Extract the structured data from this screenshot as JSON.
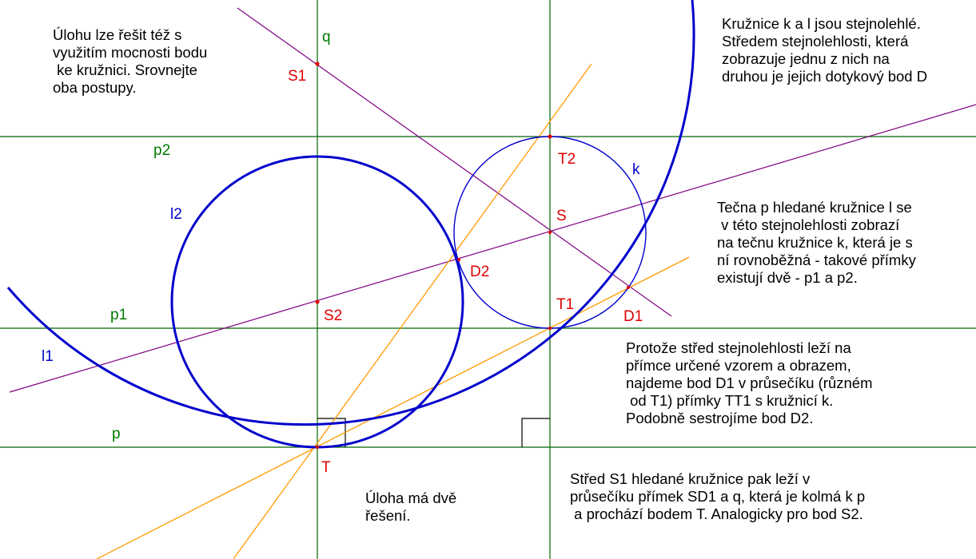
{
  "colors": {
    "line_green": "#006400",
    "line_purple": "#800080",
    "line_orange": "#ff9a00",
    "circle_blue": "#0000cc",
    "label_red": "#e00000",
    "label_green": "#007a00",
    "label_blue": "#0000cc"
  },
  "notes": {
    "top_left": "Úlohu lze řešit též s\nvyužitím mocnosti bodu\n ke kružnici. Srovnejte\noba postupy.",
    "top_right": "Kružnice k a l jsou stejnolehlé.\nStředem stejnolehlosti, která\nzobrazuje jednu z nich na\ndruhou je jejich dotykový bod D",
    "middle_right": "Tečna p hledané kružnice l se\n v této stejnolehlosti zobrazí\nna tečnu kružnice k, která je s\nní rovnoběžná - takové přímky\nexistují dvě - p1 a p2.",
    "lower_right": "Protože střed stejnolehlosti leží na\npřímce určené vzorem a obrazem,\nnajdeme bod D1 v průsečíku (různém\n od T1) přímky TT1 s kružnicí k.\nPodobně sestrojíme bod D2.",
    "bottom_right": "Střed S1 hledané kružnice pak leží v\nprůsečíku přímek SD1 a q, která je kolmá k p\n a prochází bodem T. Analogicky pro bod S2.",
    "bottom_center": "Úloha má dvě\nřešení."
  },
  "labels": {
    "q": "q",
    "p": "p",
    "p1": "p1",
    "p2": "p2",
    "k": "k",
    "l1": "l1",
    "l2": "l2",
    "S": "S",
    "S1": "S1",
    "S2": "S2",
    "T": "T",
    "T1": "T1",
    "T2": "T2",
    "D1": "D1",
    "D2": "D2"
  }
}
